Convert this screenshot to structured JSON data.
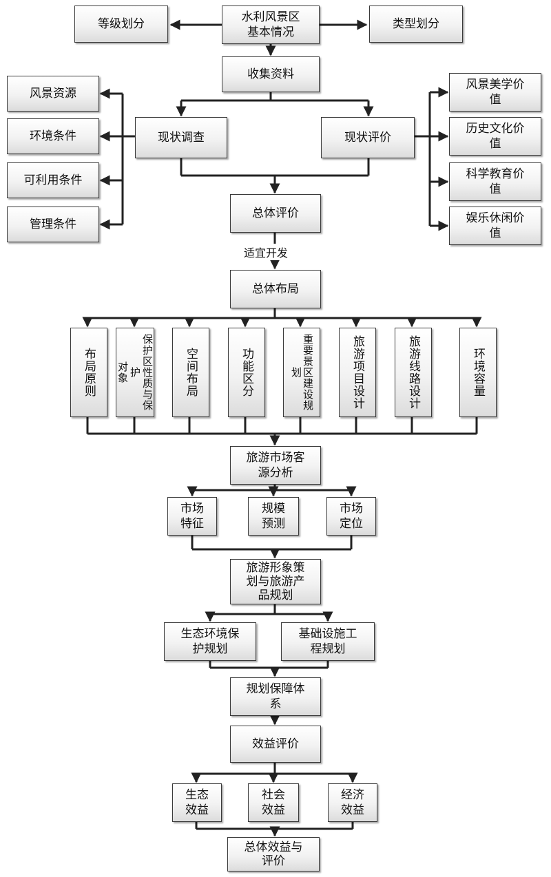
{
  "nodes": {
    "basic_info": "水利风景区\n基本情况",
    "grade": "等级划分",
    "type": "类型划分",
    "collect": "收集资料",
    "survey": "现状调查",
    "evaluation": "现状评价",
    "scenic_res": "风景资源",
    "env_cond": "环境条件",
    "usable_cond": "可利用条件",
    "mgmt_cond": "管理条件",
    "aesthetic": "风景美学价\n值",
    "history": "历史文化价\n值",
    "science": "科学教育价\n值",
    "recreation": "娱乐休闲价\n值",
    "overall_eval": "总体评价",
    "suitable_label": "适宜开发",
    "overall_layout": "总体布局",
    "layout_principle": "布局原则",
    "protect_zone": "保护区性质与保护\n对象",
    "space_layout": "空间布局",
    "func_zone": "功能区分",
    "key_area": "重要景区建设规划",
    "tour_project": "旅游项目设计",
    "tour_route": "旅游线路设计",
    "env_capacity": "环境容量",
    "market": "旅游市场客\n源分析",
    "market_feature": "市场\n特征",
    "scale_forecast": "规模\n预测",
    "market_position": "市场\n定位",
    "image_planning": "旅游形象策\n划与旅游产\n品规划",
    "eco_protect": "生态环境保\n护规划",
    "infrastructure": "基础设施工\n程规划",
    "guarantee": "规划保障体\n系",
    "benefit_eval": "效益评价",
    "eco_benefit": "生态\n效益",
    "social_benefit": "社会\n效益",
    "economic_benefit": "经济\n效益",
    "overall_benefit": "总体效益与\n评价"
  }
}
